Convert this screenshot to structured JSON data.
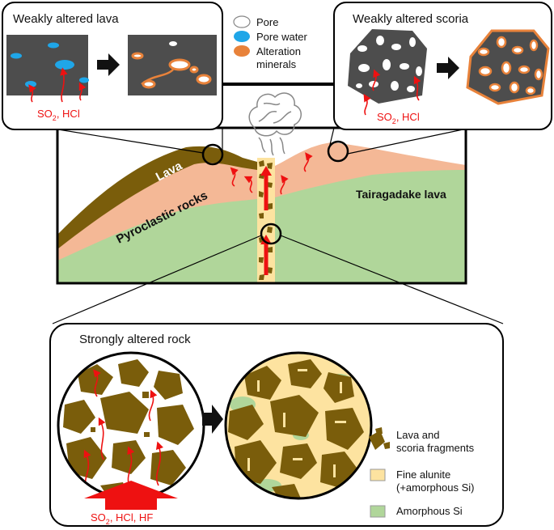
{
  "panels": {
    "weak_lava": {
      "title": "Weakly altered lava",
      "gas": "SO",
      "gas_sub": "2",
      "gas_rest": ", HCl"
    },
    "weak_scoria": {
      "title": "Weakly altered scoria",
      "gas": "SO",
      "gas_sub": "2",
      "gas_rest": ", HCl"
    },
    "strong": {
      "title": "Strongly altered rock",
      "gas": "SO",
      "gas_sub": "2",
      "gas_rest": ", HCl, HF"
    }
  },
  "legend_top": [
    {
      "label": "Pore",
      "color": "#ffffff"
    },
    {
      "label": "Pore water",
      "color": "#1fa6e8"
    },
    {
      "label": "Alteration",
      "label2": "minerals",
      "color": "#e8823a"
    }
  ],
  "legend_bottom": [
    {
      "label": "Lava and",
      "label2": "scoria fragments",
      "color": "#7a5d0b"
    },
    {
      "label": "Fine alunite",
      "label2": "(+amorphous Si)",
      "color": "#fde3a0"
    },
    {
      "label": "Amorphous Si",
      "color": "#b0d69a"
    }
  ],
  "volcano": {
    "lava_label": "Lava",
    "pyroclastic_label": "Pyroclastic rocks",
    "tairagadake_label": "Tairagadake lava"
  },
  "colors": {
    "lava": "#7a5d0b",
    "pyroclastic": "#f4b896",
    "ground": "#b0d69a",
    "rock_dark": "#4d4d4d",
    "arrow": "#ee1111"
  }
}
